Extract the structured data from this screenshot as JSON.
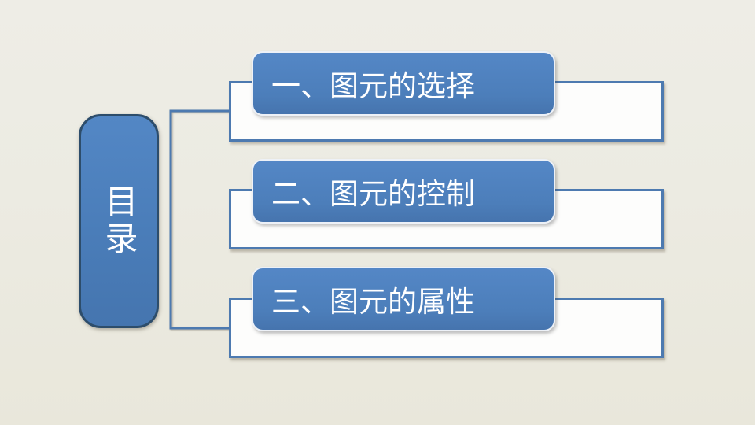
{
  "slide": {
    "toc_label": "目录",
    "items": [
      {
        "label": "一、图元的选择"
      },
      {
        "label": "二、图元的控制"
      },
      {
        "label": "三、图元的属性"
      }
    ],
    "colors": {
      "background": "#ECEBE2",
      "accent_blue": "#4E80BC",
      "toc_border": "#2D4D6B",
      "panel_fill": "#FDFDFC",
      "panel_border": "#4D7AB0",
      "connector": "#4D7AB0",
      "text": "#FFFFFF"
    }
  }
}
